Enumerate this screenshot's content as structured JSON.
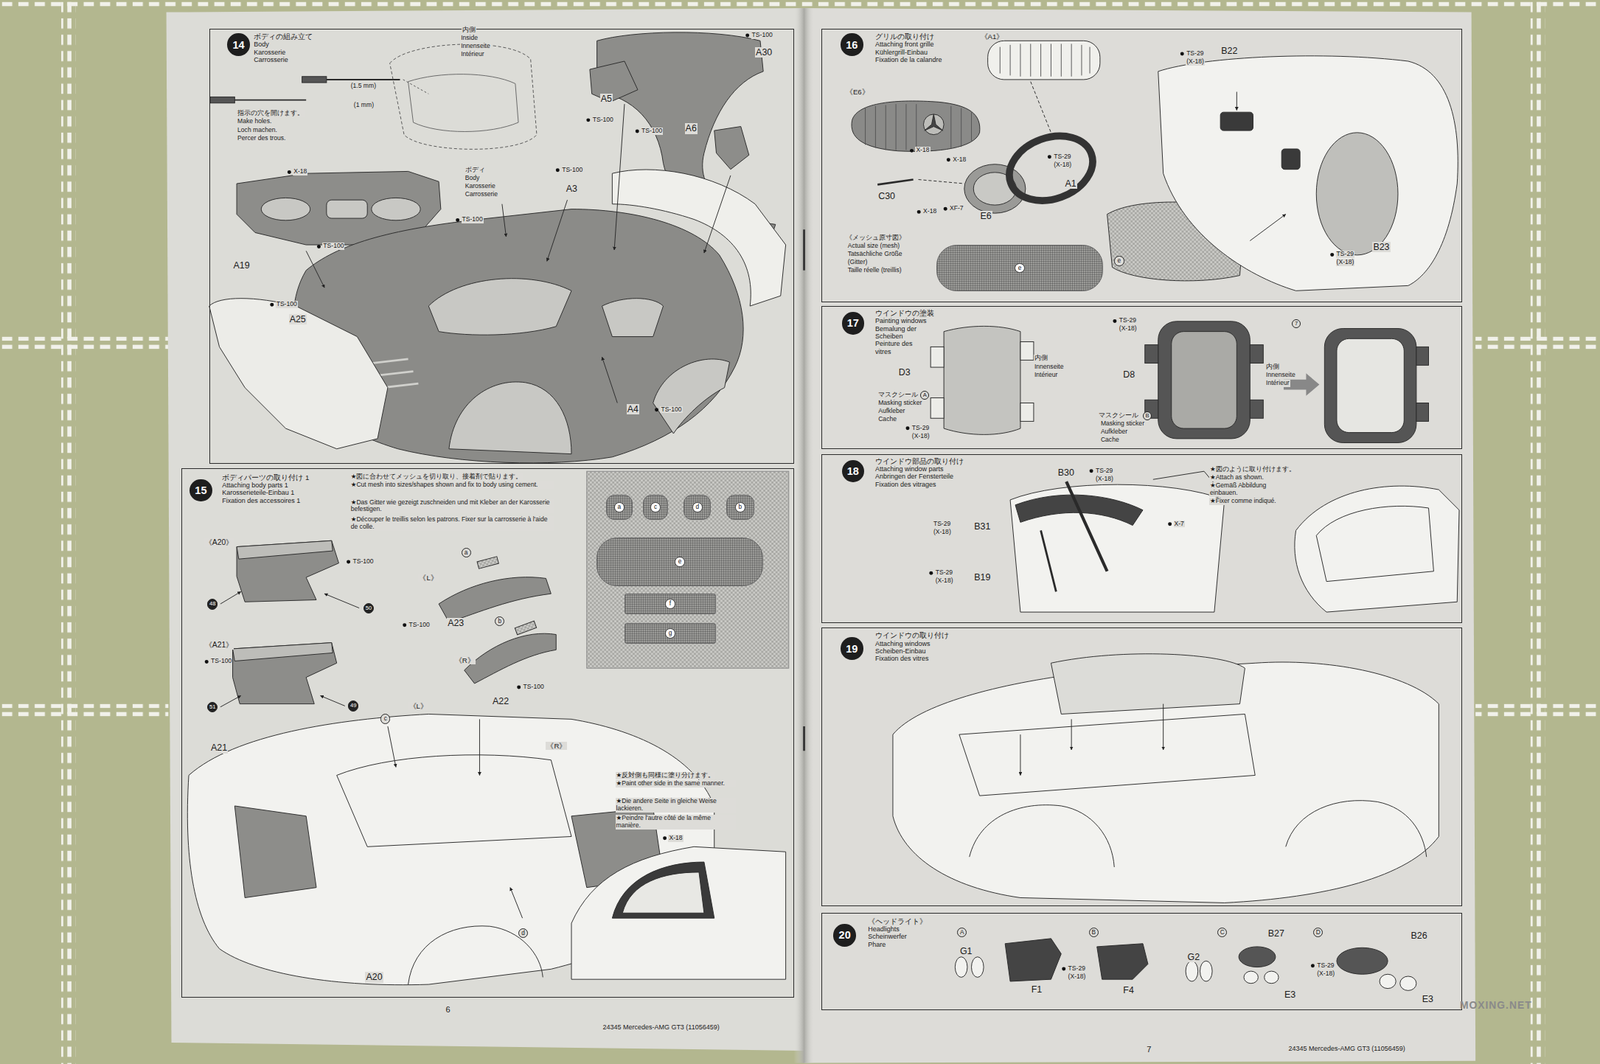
{
  "diagram": {
    "nodes": [
      {
        "text": [
          "ボディの組み立て",
          "Body",
          "Karosserie",
          "Carrosserie"
        ]
      },
      {
        "text": [
          "14"
        ],
        "in": 0
      },
      {
        "text": [
          "ボディパーツの取り付け 1",
          "Attaching body parts 1",
          "Karosserieteile-Einbau 1",
          "Fixation des accessoires 1"
        ]
      },
      {
        "text": [
          "15"
        ],
        "in": 2
      },
      {
        "text": [
          "グリルの取り付け",
          "Attaching front grille",
          "Kühlergrill-Einbau",
          "Fixation de la calandre"
        ]
      },
      {
        "text": [
          "16"
        ],
        "in": 4
      },
      {
        "text": [
          "ウインドウの塗装",
          "Painting windows",
          "Bemalung der",
          "Scheiben",
          "Peinture des",
          "vitres"
        ]
      },
      {
        "text": [
          "17"
        ],
        "in": 6
      },
      {
        "text": [
          "ウインドウ部品の取り付け",
          "Attaching window parts",
          "Anbringen der Fensterteile",
          "Fixation des vitrages"
        ]
      },
      {
        "text": [
          "18"
        ],
        "in": 8
      },
      {
        "text": [
          "ウインドウの取り付け",
          "Attaching windows",
          "Scheiben-Einbau",
          "Fixation des vitres"
        ]
      },
      {
        "text": [
          "19"
        ],
        "in": 10
      },
      {
        "text": [
          "《ヘッドライト》",
          "Headlights",
          "Scheinwerfer",
          "Phare"
        ]
      },
      {
        "text": [
          "20"
        ],
        "in": 12
      },
      {
        "text": [
          "a"
        ],
        "in": 2
      },
      {
        "text": [
          "c"
        ],
        "in": 2
      },
      {
        "text": [
          "d"
        ],
        "in": 2
      },
      {
        "text": [
          "b"
        ],
        "in": 2
      },
      {
        "text": [
          "e"
        ],
        "in": 2
      },
      {
        "text": [
          "f"
        ],
        "in": 2
      },
      {
        "text": [
          "g"
        ],
        "in": 2
      },
      {
        "text": [
          "e"
        ],
        "in": 4
      }
    ],
    "labels": [
      "内側",
      "Inside",
      "Innenseite",
      "Intérieur",
      "(1.5 mm)",
      "(1 mm)",
      "指示の穴を開けます。",
      "Make holes.",
      "Loch machen.",
      "Percer des trous.",
      "ボディ",
      "Body",
      "Karosserie",
      "Carrosserie",
      "TS-100",
      "A30",
      "A5",
      "TS-100",
      "TS-100",
      "A6",
      "X-18",
      "TS-100",
      "A3",
      "TS-100",
      "TS-100",
      "A19",
      "TS-100",
      "A25",
      "A4",
      "TS-100",
      "★図に合わせてメッシュを切り取り、接着剤で貼ります。",
      "★Cut mesh into sizes/shapes shown and fix to body using cement.",
      "★Das Gitter wie gezeigt zuschneiden und mit Kleber an der Karosserie befestigen.",
      "★Découper le treillis selon les patrons. Fixer sur la carrosserie à l'aide de colle.",
      "《A20》",
      "TS-100",
      "《A21》",
      "TS-100",
      "a",
      "《L》",
      "TS-100",
      "A23",
      "b",
      "《R》",
      "TS-100",
      "A22",
      "《L》",
      "c",
      "《R》",
      "A21",
      "d",
      "A20",
      "★反対側も同様に塗り分けます。",
      "★Paint other side in the same manner.",
      "★Die andere Seite in gleiche Weise lackieren.",
      "★Peindre l'autre côté de la même manière.",
      "X-18",
      "48",
      "50",
      "51",
      "49",
      "6",
      "24345 Mercedes-AMG GT3 (11056459)",
      "《A1》",
      "TS-29",
      "(X-18)",
      "A1",
      "《E6》",
      "X-18",
      "X-18",
      "C30",
      "X-18",
      "XF-7",
      "E6",
      "《メッシュ原寸図》",
      "Actual size (mesh)",
      "Tatsächliche Größe",
      "(Gitter)",
      "Taille réelle (treillis)",
      "e",
      "TS-29",
      "(X-18)",
      "B22",
      "TS-29",
      "(X-18)",
      "B23",
      "D3",
      "内側",
      "Innenseite",
      "Intérieur",
      "マスクシール",
      "A",
      "Masking sticker",
      "Aufkleber",
      "Cache",
      "TS-29",
      "(X-18)",
      "TS-29",
      "(X-18)",
      "D8",
      "マスクシール",
      "B",
      "Masking sticker",
      "Aufkleber",
      "Cache",
      "内側",
      "Innenseite",
      "Intérieur",
      "7",
      "B30",
      "TS-29",
      "(X-18)",
      "TS-29",
      "(X-18)",
      "B31",
      "X-7",
      "TS-29",
      "(X-18)",
      "B19",
      "★図のように取り付けます。",
      "★Attach as shown.",
      "★Gemäß Abbildung einbauen.",
      "★Fixer comme indiqué.",
      "A",
      "B",
      "C",
      "D",
      "G1",
      "F1",
      "TS-29",
      "(X-18)",
      "F4",
      "G2",
      "B27",
      "B26",
      "TS-29",
      "(X-18)",
      "E3",
      "E3",
      "7",
      "24345 Mercedes-AMG GT3 (11056459)",
      "MOXING.NET"
    ]
  }
}
